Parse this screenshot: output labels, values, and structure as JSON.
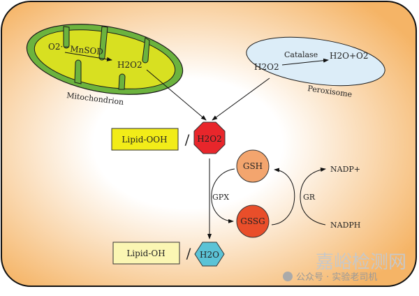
{
  "mitochondrion": {
    "label": "Mitochondrion",
    "reactant": "O2·−",
    "enzyme": "MnSOD",
    "product": "H2O2"
  },
  "peroxisome": {
    "label": "Peroxisome",
    "reactant": "H2O2",
    "enzyme": "Catalase",
    "product": "H2O+O2"
  },
  "substrates": {
    "lipid_ooh": "Lipid-OOH",
    "h2o2": "H2O2",
    "lipid_oh": "Lipid-OH",
    "h2o": "H2O",
    "separator": "/"
  },
  "cycle": {
    "gsh": "GSH",
    "gssg": "GSSG",
    "gpx": "GPX",
    "gr": "GR",
    "nadp": "NADP+",
    "nadph": "NADPH"
  },
  "watermark": {
    "site": "嘉峪检测网",
    "account": "公众号 · 实验老司机"
  },
  "colors": {
    "cell": "#f5b466",
    "mito_outer": "#6cb33e",
    "mito_inner": "#d8e021",
    "peroxisome": "#dcedf8",
    "h2o2": "#e8262b",
    "h2o": "#5bc3d6",
    "gsh": "#f3a56e",
    "gssg": "#e94e2a",
    "lipid_ooh": "#f2ec18",
    "lipid_oh": "#fbf6b3"
  }
}
